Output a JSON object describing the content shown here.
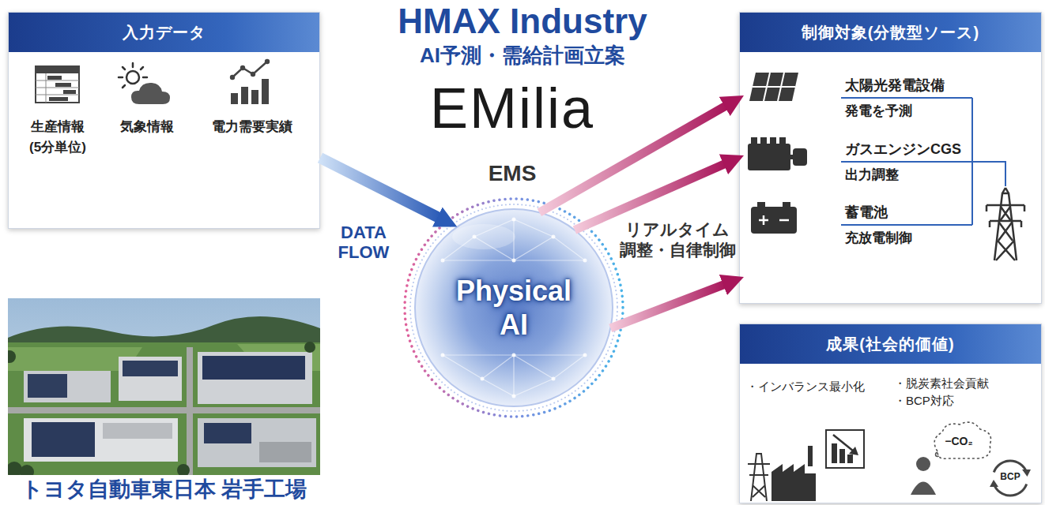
{
  "diagram": {
    "title": "HMAX Industry",
    "nodes": [
      {
        "text": [
          "入力データ"
        ]
      },
      {
        "text": [
          "生産情報 (5分単位)"
        ],
        "in": 0
      },
      {
        "text": [
          "気象情報"
        ],
        "in": 0
      },
      {
        "text": [
          "電力需要実績"
        ],
        "in": 0
      },
      {
        "text": [
          "トヨタ自動車東日本 岩手工場"
        ]
      },
      {
        "text": [
          "Physical AI"
        ]
      },
      {
        "text": [
          "制御対象(分散型ソース)"
        ]
      },
      {
        "text": [
          "太陽光発電設備",
          "発電を予測"
        ],
        "in": 6
      },
      {
        "text": [
          "ガスエンジンCGS",
          "出力調整"
        ],
        "in": 6
      },
      {
        "text": [
          "蓄電池",
          "充放電制御"
        ],
        "in": 6
      },
      {
        "text": [
          "成果(社会的価値)"
        ]
      },
      {
        "text": [
          "・インバランス最小化"
        ],
        "in": 10
      },
      {
        "text": [
          "・脱炭素社会貢献",
          "・BCP対応"
        ],
        "in": 10
      }
    ],
    "edges": [
      {
        "from": 0,
        "to": 5,
        "arrow": "to",
        "label": "DATA FLOW"
      },
      {
        "from": 5,
        "to": 7,
        "arrow": "to"
      },
      {
        "from": 5,
        "to": 8,
        "arrow": "to",
        "label": "リアルタイム 調整・自律制御"
      },
      {
        "from": 5,
        "to": 9,
        "arrow": "to"
      }
    ],
    "labels": [
      "AI予測・需給計画立案",
      "EMilia",
      "EMS",
      "−CO₂",
      "BCP"
    ]
  }
}
